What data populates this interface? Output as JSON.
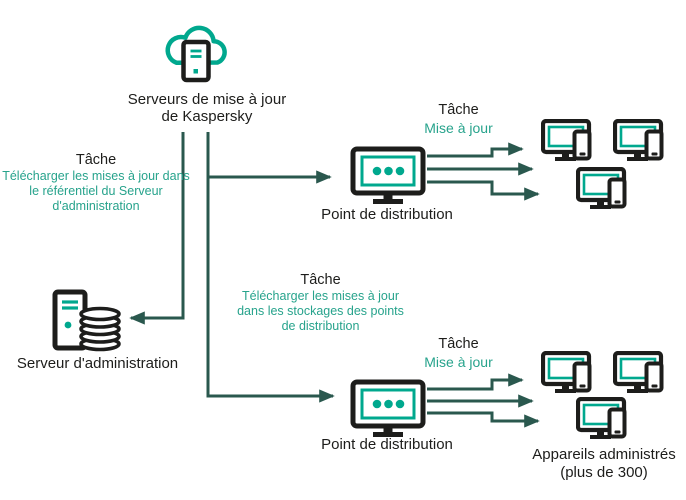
{
  "colors": {
    "brand_teal": "#00a88e",
    "teal_text": "#27a38c",
    "icon_black": "#1d1d1b",
    "arrow_dark_teal": "#2a584e",
    "background": "#ffffff"
  },
  "nodes": {
    "update_servers": {
      "label": [
        "Serveurs de mise à jour",
        "de Kaspersky"
      ],
      "icon": "cloud-with-update-server-icon"
    },
    "admin_server": {
      "label": "Serveur d'administration",
      "icon": "server-tower-disk-stack-icon"
    },
    "distribution_point_top": {
      "label": "Point de distribution",
      "icon": "monitor-dots-icon"
    },
    "distribution_point_bottom": {
      "label": "Point de distribution",
      "icon": "monitor-dots-icon"
    },
    "managed_devices": {
      "label": [
        "Appareils administrés",
        "(plus de 300)"
      ],
      "icon": "monitor-with-phone-icon"
    }
  },
  "tasks": {
    "download_to_admin_repo": {
      "title": "Tâche",
      "lines": [
        "Télécharger les mises à jour dans",
        "le référentiel du Serveur",
        "d'administration"
      ]
    },
    "download_to_dp_storage": {
      "title": "Tâche",
      "lines": [
        "Télécharger les mises à jour",
        "dans les stockages des points",
        "de distribution"
      ]
    },
    "update_top": {
      "title": "Tâche",
      "action": "Mise à jour"
    },
    "update_bottom": {
      "title": "Tâche",
      "action": "Mise à jour"
    }
  }
}
